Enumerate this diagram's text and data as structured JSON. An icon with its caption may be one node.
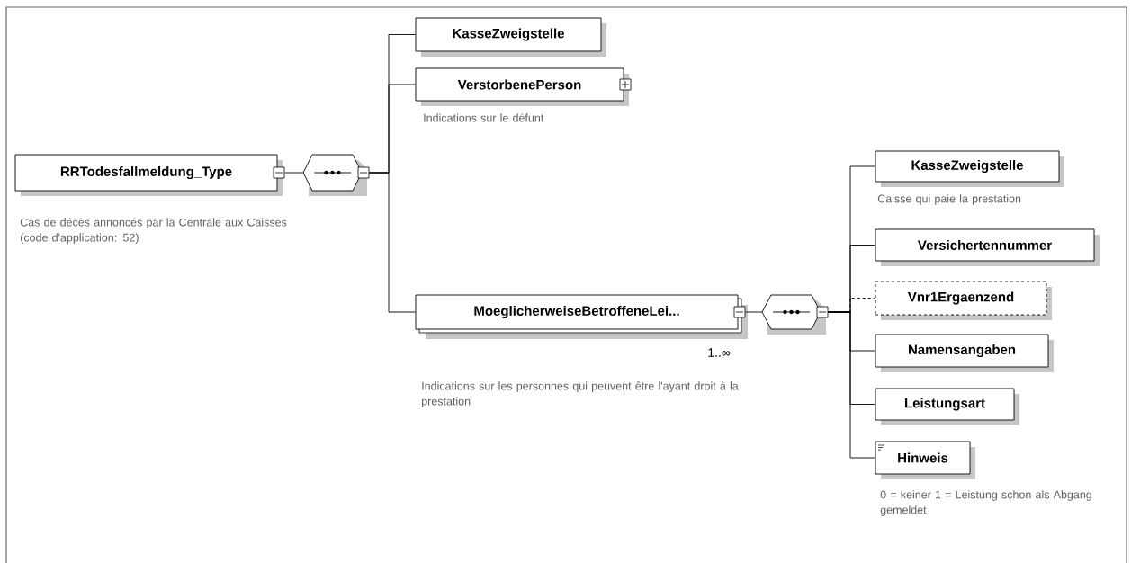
{
  "diagram": {
    "nodes": [
      {
        "text": [
          "RRTodesfallmeldung_Type"
        ],
        "beside": [
          "Cas de décès annoncés par la Centrale aux Caisses (code d'application: 52)"
        ]
      },
      {
        "text": [],
        "shape": "octagon"
      },
      {
        "text": [
          "KasseZweigstelle"
        ]
      },
      {
        "text": [
          "VerstorbenePerson"
        ],
        "beside": [
          "Indications sur le défunt"
        ]
      },
      {
        "text": [
          "MoeglicherweiseBetroffeneLei..."
        ],
        "beside": [
          "1..∞",
          "Indications sur les personnes qui peuvent être l'ayant droit à la prestation"
        ]
      },
      {
        "text": [],
        "shape": "octagon"
      },
      {
        "text": [
          "KasseZweigstelle"
        ],
        "beside": [
          "Caisse qui paie la prestation"
        ]
      },
      {
        "text": [
          "Versichertennummer"
        ]
      },
      {
        "text": [
          "Vnr1Ergaenzend"
        ]
      },
      {
        "text": [
          "Namensangaben"
        ]
      },
      {
        "text": [
          "Leistungsart"
        ]
      },
      {
        "text": [
          "Hinweis"
        ],
        "beside": [
          "0 = keiner 1 = Leistung schon als Abgang gemeldet"
        ]
      }
    ],
    "edges": [
      {
        "from": 0,
        "to": 1,
        "arrow": "none"
      },
      {
        "from": 1,
        "to": 2,
        "arrow": "none"
      },
      {
        "from": 1,
        "to": 3,
        "arrow": "none"
      },
      {
        "from": 1,
        "to": 4,
        "arrow": "none"
      },
      {
        "from": 4,
        "to": 5,
        "arrow": "none"
      },
      {
        "from": 5,
        "to": 6,
        "arrow": "none"
      },
      {
        "from": 5,
        "to": 7,
        "arrow": "none"
      },
      {
        "from": 5,
        "to": 8,
        "arrow": "none",
        "style": "dashed"
      },
      {
        "from": 5,
        "to": 9,
        "arrow": "none"
      },
      {
        "from": 5,
        "to": 10,
        "arrow": "none"
      },
      {
        "from": 5,
        "to": 11,
        "arrow": "none"
      }
    ]
  }
}
